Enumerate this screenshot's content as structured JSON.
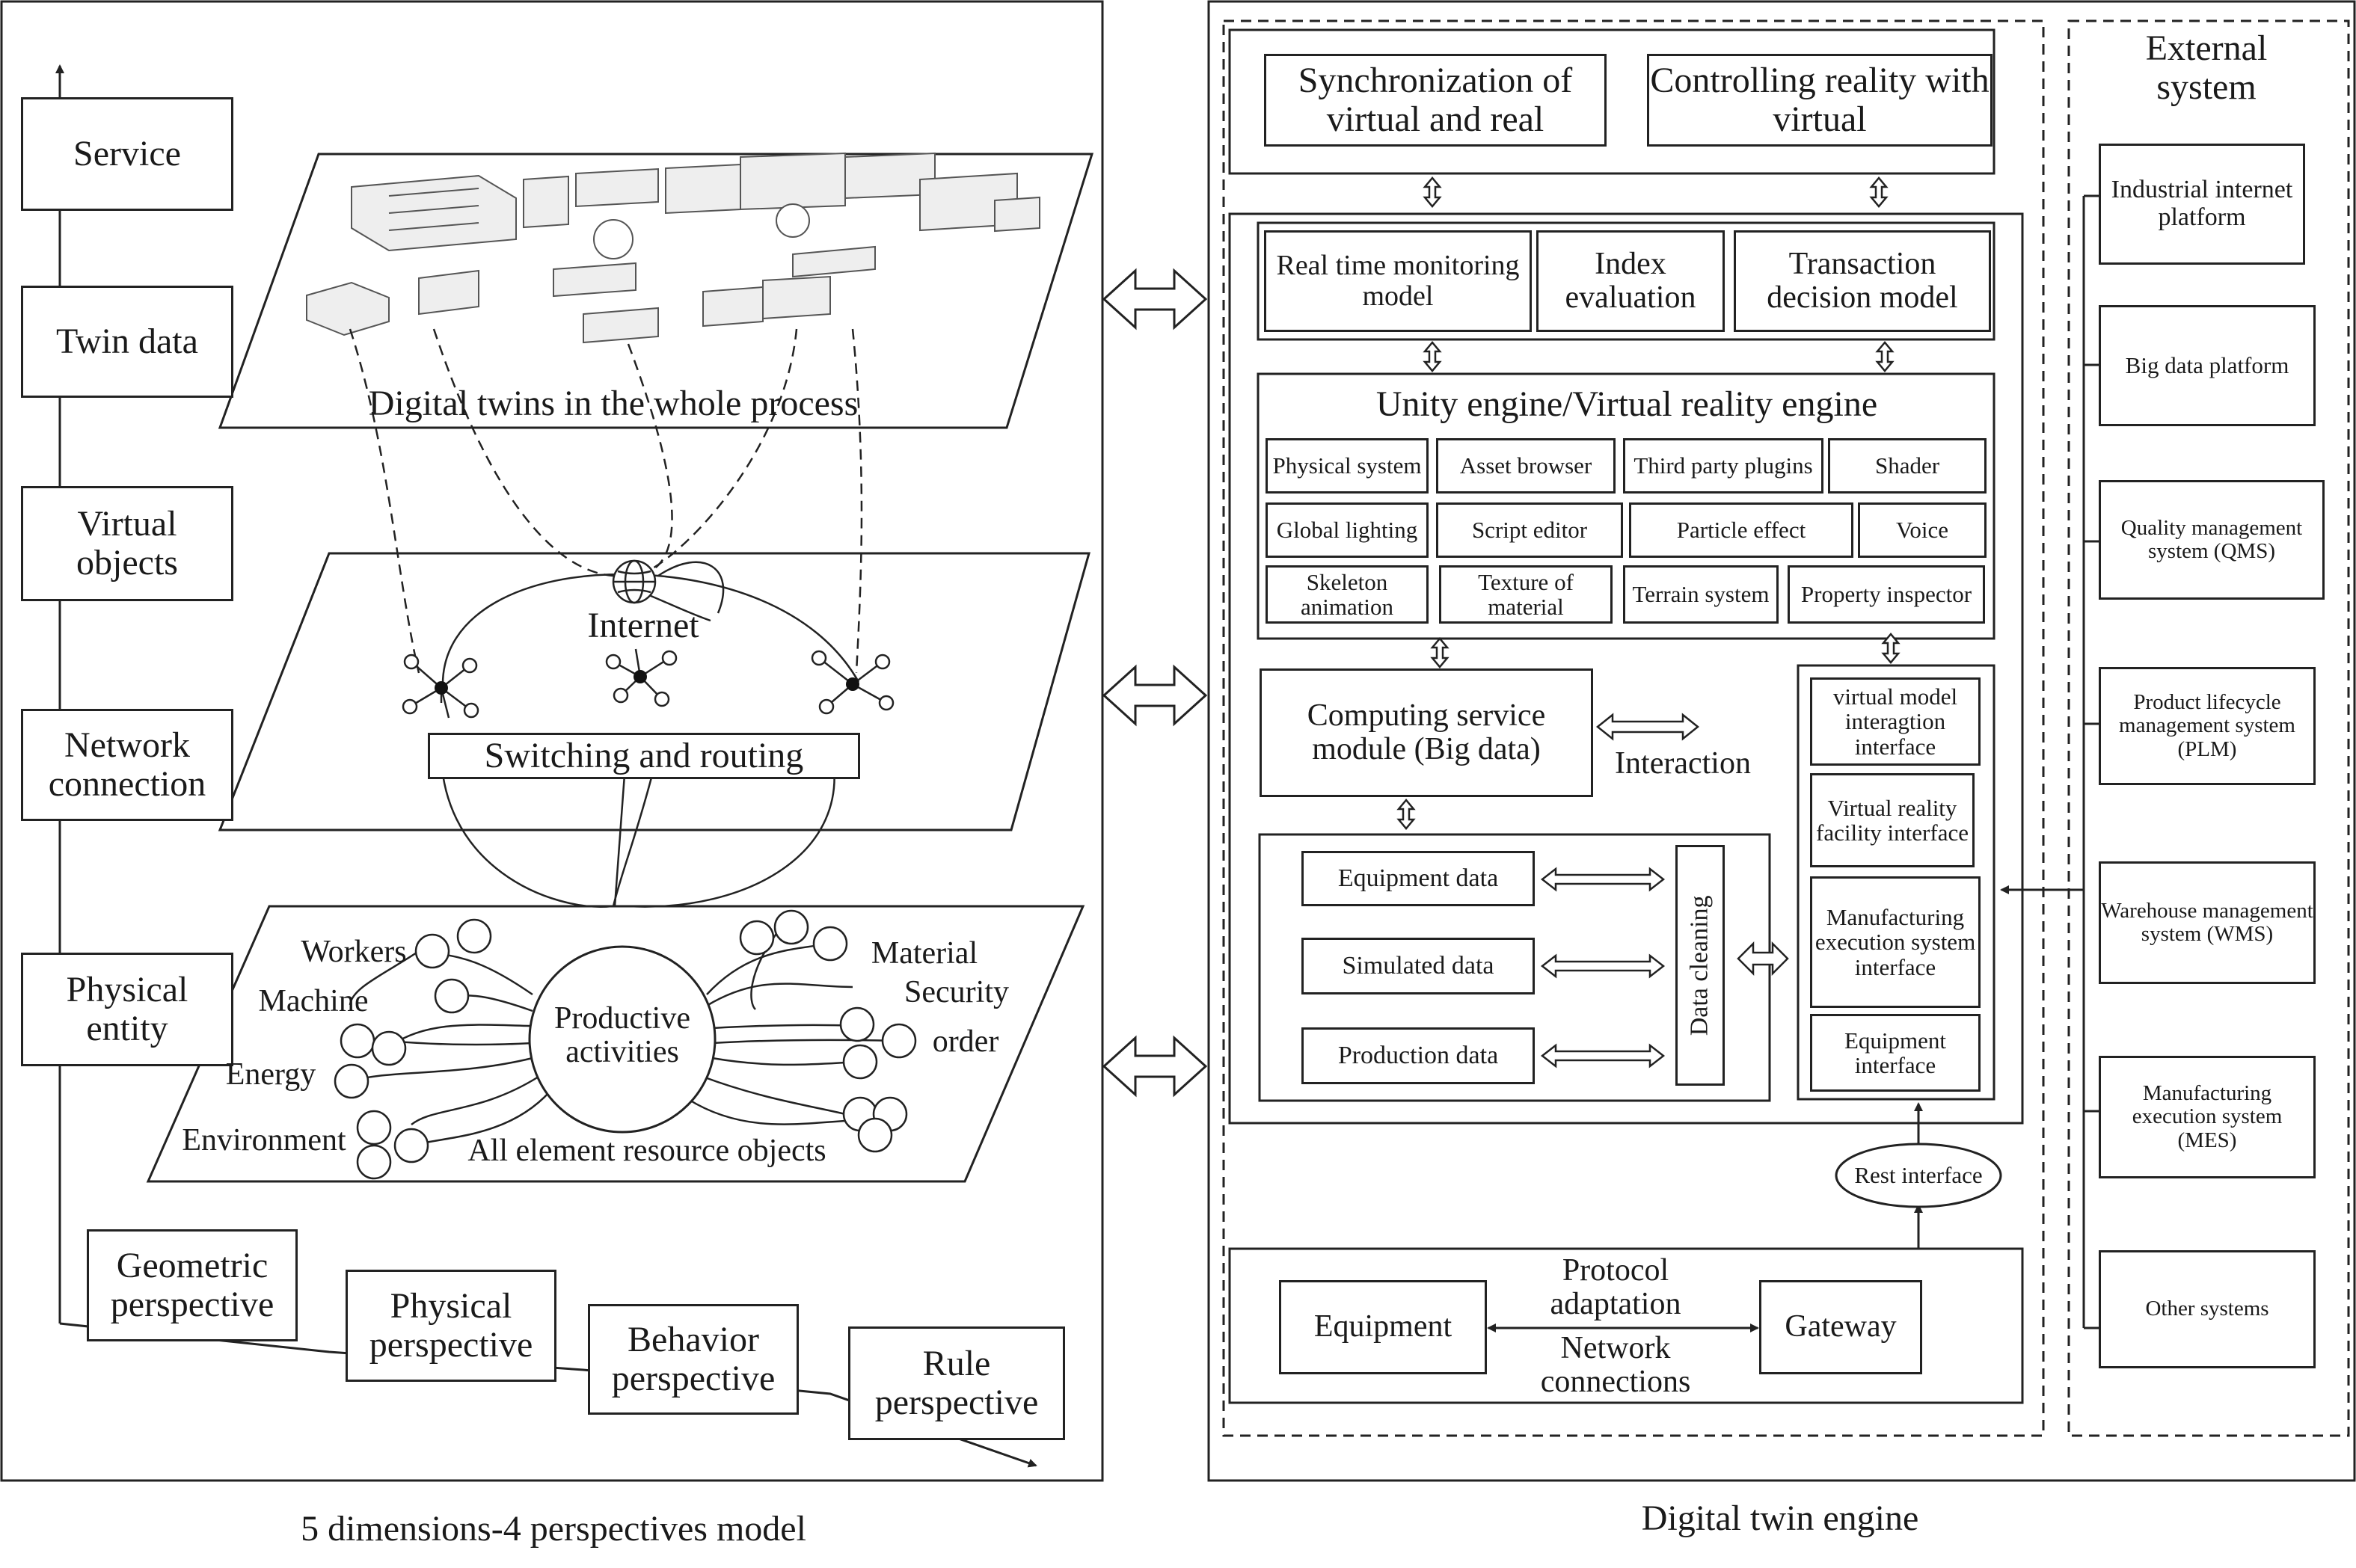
{
  "left_model": {
    "caption": "5 dimensions-4 perspectives model",
    "dimensions": {
      "service": "Service",
      "twin_data": "Twin data",
      "virtual_objects": "Virtual objects",
      "network_connection": "Network connection",
      "physical_entity": "Physical entity"
    },
    "perspectives": {
      "geometric": "Geometric perspective",
      "physical": "Physical perspective",
      "behavior": "Behavior perspective",
      "rule": "Rule perspective"
    },
    "twin_plane_label": "Digital twins in the whole process",
    "network": {
      "internet": "Internet",
      "switching": "Switching and routing"
    },
    "physical": {
      "center": "Productive activities",
      "workers": "Workers",
      "machine": "Machine",
      "energy": "Energy",
      "environment": "Environment",
      "material": "Material",
      "security": "Security",
      "order": "order",
      "all_objects": "All element resource objects"
    }
  },
  "engine": {
    "caption": "Digital twin engine",
    "sync": "Synchronization of virtual and real",
    "control": "Controlling reality with virtual",
    "realtime": "Real time monitoring model",
    "index": "Index evaluation",
    "transaction": "Transaction decision model",
    "unity_title": "Unity engine/Virtual reality engine",
    "unity_cells": {
      "physical_system": "Physical system",
      "asset_browser": "Asset browser",
      "third_party": "Third party plugins",
      "shader": "Shader",
      "global_lighting": "Global lighting",
      "script_editor": "Script editor",
      "particle_effect": "Particle effect",
      "voice": "Voice",
      "skeleton": "Skeleton animation",
      "texture": "Texture of material",
      "terrain": "Terrain system",
      "property": "Property inspector"
    },
    "computing": "Computing service module (Big data)",
    "interaction": "Interaction",
    "data": {
      "equipment": "Equipment data",
      "simulated": "Simulated data",
      "production": "Production data",
      "cleaning": "Data cleaning"
    },
    "interfaces": {
      "virtual_model": "virtual model interagtion interface",
      "vr_facility": "Virtual reality facility interface",
      "mes": "Manufacturing execution system interface",
      "equipment": "Equipment interface"
    },
    "rest": "Rest interface",
    "protocol": {
      "equipment": "Equipment",
      "gateway": "Gateway",
      "adaptation": "Protocol adaptation",
      "network": "Network connections"
    }
  },
  "external": {
    "title": "External system",
    "items": {
      "iip": "Industrial internet platform",
      "bigdata": "Big data platform",
      "qms": "Quality management system (QMS)",
      "plm": "Product lifecycle management system (PLM)",
      "wms": "Warehouse management system (WMS)",
      "mes": "Manufacturing execution system (MES)",
      "other": "Other systems"
    }
  }
}
